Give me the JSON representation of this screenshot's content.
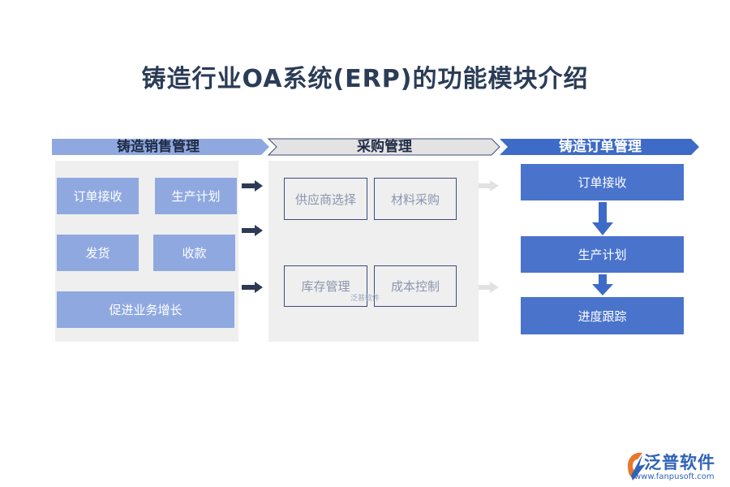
{
  "title": "铸造行业OA系统(ERP)的功能模块介绍",
  "sections": {
    "sales": {
      "header": "铸造销售管理",
      "items": [
        "订单接收",
        "生产计划",
        "发货",
        "收款",
        "促进业务增长"
      ]
    },
    "purchase": {
      "header": "采购管理",
      "items": [
        "供应商选择",
        "材料采购",
        "库存管理",
        "成本控制"
      ]
    },
    "order": {
      "header": "铸造订单管理",
      "items": [
        "订单接收",
        "生产计划",
        "进度跟踪"
      ]
    }
  },
  "watermark": "泛普软件",
  "logo": {
    "name": "泛普软件",
    "url": "www.fanpusoft.com"
  },
  "colors": {
    "title": "#2b3c57",
    "sales_header": "#8fa9e0",
    "purchase_header": "#e3e3e3",
    "order_header": "#4a73cc",
    "sales_box": "#8fa9e0",
    "order_box": "#4a73cc",
    "panel": "#efefef",
    "dark_arrow": "#2e3a55",
    "light_arrow": "#e2e2e2"
  }
}
